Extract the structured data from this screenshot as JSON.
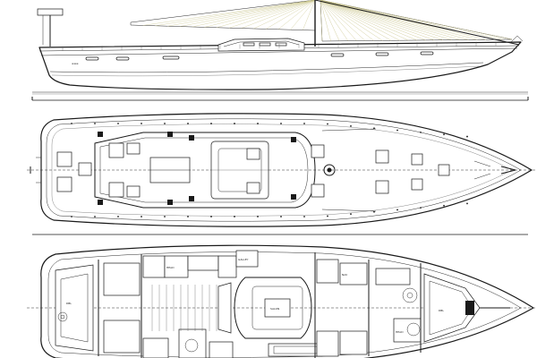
{
  "drawing": {
    "views": [
      "profile",
      "deck-plan",
      "accommodation-plan"
    ],
    "labels": [
      "DBL",
      "HEAD",
      "GALLEY",
      "SALON",
      "NAV",
      "HEAD",
      "DBL"
    ],
    "colors": {
      "ink": "#1a1a1a",
      "sail_lines": "#c9c48a",
      "paper": "#ffffff"
    }
  }
}
